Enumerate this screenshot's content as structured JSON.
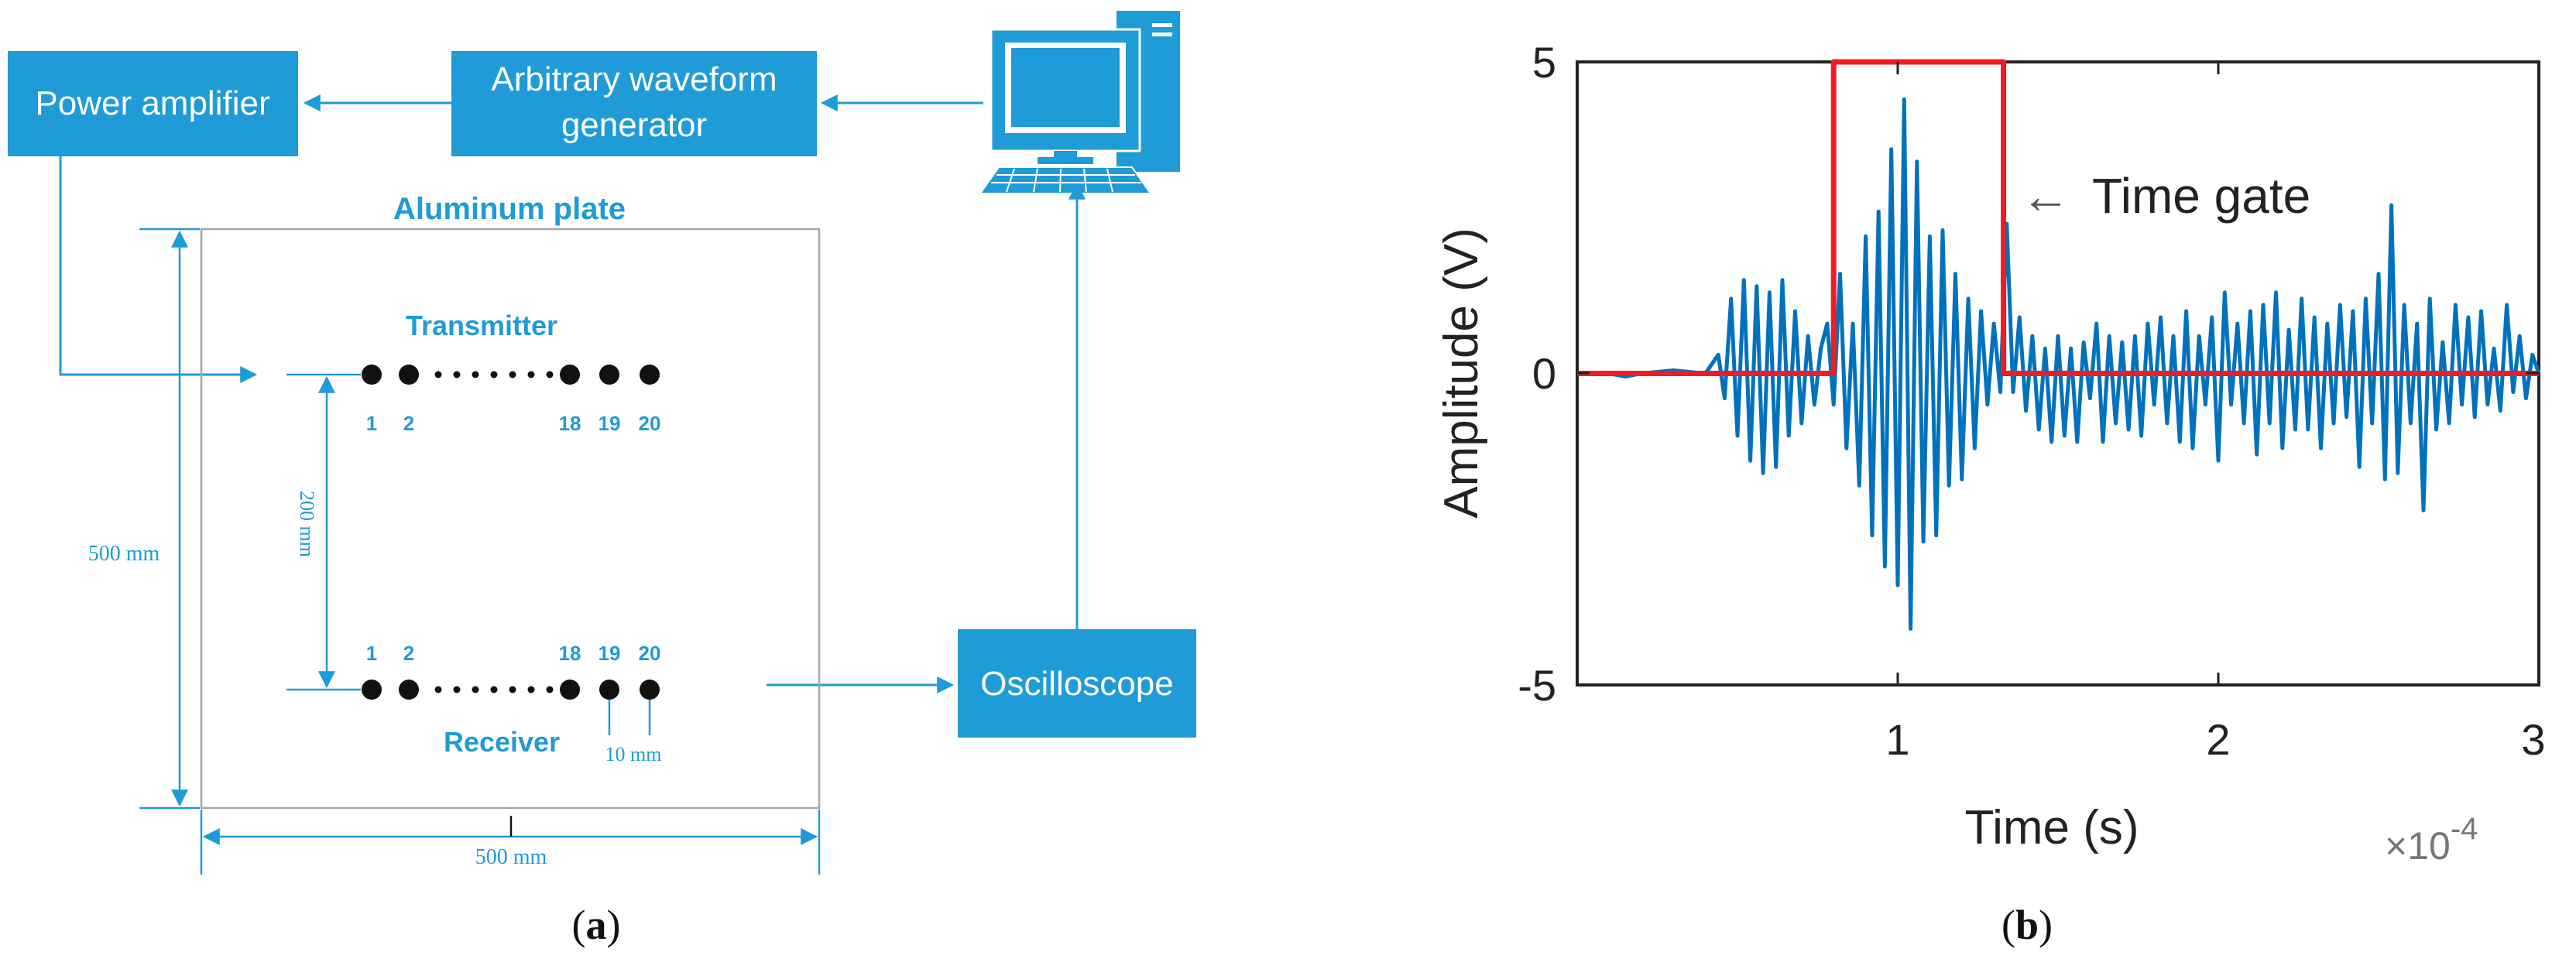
{
  "colors": {
    "box": "#1f9bd7",
    "box_text": "#ffffff",
    "label_blue": "#1f9bd7",
    "dim_blue": "#1f9bd7",
    "plate_border": "#a6a6a6",
    "signal": "#0072bd",
    "gate": "#ee1c24",
    "axis": "#222222"
  },
  "panel_a": {
    "boxes": {
      "power_amplifier": "Power amplifier",
      "awg_line1": "Arbitrary waveform",
      "awg_line2": "generator",
      "oscilloscope": "Oscilloscope"
    },
    "plate_title": "Aluminum plate",
    "transmitter_label": "Transmitter",
    "receiver_label": "Receiver",
    "transducer_numbers_top": [
      "1",
      "2",
      "18",
      "19",
      "20"
    ],
    "transducer_numbers_bottom": [
      "1",
      "2",
      "18",
      "19",
      "20"
    ],
    "dim_vertical": "500 mm",
    "dim_horizontal": "500 mm",
    "dim_spacing_rows": "200 mm",
    "dim_pitch": "10 mm",
    "caption_open": "(",
    "caption_letter": "a",
    "caption_close": ")",
    "icons": [
      "computer-icon"
    ]
  },
  "panel_b": {
    "caption_open": "(",
    "caption_letter": "b",
    "caption_close": ")",
    "annotation": "Time gate",
    "annotation_arrow": "←",
    "exponent_label": "×10",
    "exponent_power": "-4"
  },
  "chart_data": {
    "type": "line",
    "xlabel": "Time (s)",
    "ylabel": "Amplitude (V)",
    "xlim": [
      0,
      3
    ],
    "ylim": [
      -5,
      5
    ],
    "x_scale_note": "×10^-4",
    "xticks": [
      "1",
      "2",
      "3"
    ],
    "yticks": [
      "5",
      "0",
      "-5"
    ],
    "grid": false,
    "series": [
      {
        "name": "",
        "color": "#0072bd",
        "x": [
          0,
          0.1,
          0.15,
          0.2,
          0.3,
          0.4,
          0.44,
          0.46,
          0.48,
          0.5,
          0.52,
          0.54,
          0.56,
          0.58,
          0.6,
          0.62,
          0.64,
          0.66,
          0.68,
          0.7,
          0.72,
          0.74,
          0.76,
          0.78,
          0.8,
          0.82,
          0.84,
          0.86,
          0.88,
          0.9,
          0.92,
          0.94,
          0.96,
          0.98,
          1.0,
          1.02,
          1.04,
          1.06,
          1.08,
          1.1,
          1.12,
          1.14,
          1.16,
          1.18,
          1.2,
          1.22,
          1.24,
          1.26,
          1.28,
          1.3,
          1.32,
          1.34,
          1.36,
          1.38,
          1.4,
          1.42,
          1.44,
          1.46,
          1.48,
          1.5,
          1.52,
          1.54,
          1.56,
          1.58,
          1.6,
          1.62,
          1.64,
          1.66,
          1.68,
          1.7,
          1.72,
          1.74,
          1.76,
          1.78,
          1.8,
          1.82,
          1.84,
          1.86,
          1.88,
          1.9,
          1.92,
          1.94,
          1.96,
          1.98,
          2.0,
          2.02,
          2.04,
          2.06,
          2.08,
          2.1,
          2.12,
          2.14,
          2.16,
          2.18,
          2.2,
          2.22,
          2.24,
          2.26,
          2.28,
          2.3,
          2.32,
          2.34,
          2.36,
          2.38,
          2.4,
          2.42,
          2.44,
          2.46,
          2.48,
          2.5,
          2.52,
          2.54,
          2.56,
          2.58,
          2.6,
          2.62,
          2.64,
          2.66,
          2.68,
          2.7,
          2.72,
          2.74,
          2.76,
          2.78,
          2.8,
          2.82,
          2.84,
          2.86,
          2.88,
          2.9,
          2.92,
          2.94,
          2.96,
          2.98,
          3.0
        ],
        "y": [
          0,
          0,
          -0.05,
          0,
          0.05,
          0,
          0.3,
          -0.4,
          1.2,
          -1.0,
          1.5,
          -1.4,
          1.4,
          -1.6,
          1.3,
          -1.5,
          1.5,
          -1.0,
          1.0,
          -0.8,
          0.6,
          -0.5,
          0.4,
          0.8,
          -0.5,
          1.6,
          -1.2,
          0.8,
          -1.8,
          2.2,
          -2.6,
          2.6,
          -3.1,
          3.6,
          -3.4,
          4.4,
          -4.1,
          3.4,
          -2.7,
          2.2,
          -2.6,
          2.3,
          -1.8,
          1.6,
          -1.7,
          1.2,
          -1.2,
          1.0,
          -0.5,
          0.8,
          -0.3,
          2.4,
          -0.3,
          0.9,
          -0.6,
          0.6,
          -0.9,
          0.4,
          -1.1,
          0.6,
          -1.0,
          0.4,
          -1.1,
          0.5,
          -0.4,
          0.8,
          -1.1,
          0.6,
          -0.8,
          0.5,
          -0.9,
          0.6,
          -1.0,
          0.8,
          -0.5,
          0.9,
          -0.8,
          0.6,
          -1.1,
          1.0,
          -1.2,
          0.6,
          -0.5,
          0.9,
          -1.4,
          1.3,
          -0.5,
          0.8,
          -0.8,
          1.0,
          -1.3,
          1.1,
          -0.8,
          1.3,
          -1.2,
          0.7,
          -0.9,
          1.2,
          -0.9,
          0.9,
          -1.2,
          0.8,
          -0.8,
          1.1,
          -0.7,
          1.0,
          -1.5,
          1.2,
          -0.8,
          1.6,
          -1.7,
          2.7,
          -1.6,
          1.1,
          -0.8,
          0.8,
          -2.2,
          1.2,
          -0.9,
          0.5,
          -0.8,
          1.1,
          -0.5,
          0.9,
          -0.7,
          1.0,
          -0.5,
          0.4,
          -0.6,
          1.1,
          -0.3,
          0.6,
          -0.4,
          0.3,
          0
        ]
      },
      {
        "name": "",
        "color": "#ee1c24",
        "x": [
          0,
          0.8,
          0.8,
          1.33,
          1.33,
          3.0
        ],
        "y": [
          0,
          0,
          5,
          5,
          0,
          0
        ]
      }
    ]
  }
}
